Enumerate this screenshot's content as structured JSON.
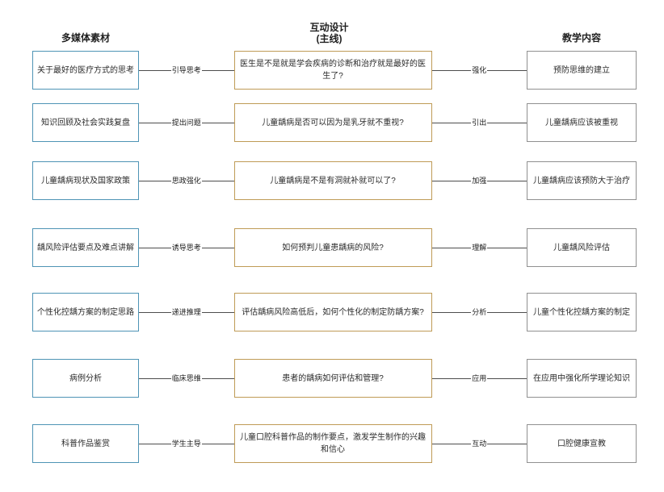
{
  "diagram": {
    "colors": {
      "left_box_border": "#4e94b5",
      "middle_box_border": "#bf9b56",
      "right_box_border": "#909090",
      "connector_line": "#4d4d4d"
    },
    "headers": {
      "left": "多媒体素材",
      "middle_line1": "互动设计",
      "middle_line2": "(主线)",
      "right": "教学内容"
    },
    "rows": [
      {
        "left": "关于最好的医疗方式的思考",
        "link1": "引导思考",
        "middle": "医生是不是就是学会疾病的诊断和治疗就是最好的医生了?",
        "link2": "强化",
        "right": "预防思维的建立"
      },
      {
        "left": "知识回顾及社会实践复盘",
        "link1": "提出问题",
        "middle": "儿童龋病是否可以因为是乳牙就不重视?",
        "link2": "引出",
        "right": "儿童龋病应该被重视"
      },
      {
        "left": "儿童龋病现状及国家政策",
        "link1": "思政强化",
        "middle": "儿童龋病是不是有洞就补就可以了?",
        "link2": "加强",
        "right": "儿童龋病应该预防大于治疗"
      },
      {
        "left": "龋风险评估要点及难点讲解",
        "link1": "诱导思考",
        "middle": "如何预判儿童患龋病的风险?",
        "link2": "理解",
        "right": "儿童龋风险评估"
      },
      {
        "left": "个性化控龋方案的制定思路",
        "link1": "递进推理",
        "middle": "评估龋病风险高低后，如何个性化的制定防龋方案?",
        "link2": "分析",
        "right": "儿童个性化控龋方案的制定"
      },
      {
        "left": "病例分析",
        "link1": "临床思维",
        "middle": "患者的龋病如何评估和管理?",
        "link2": "应用",
        "right": "在应用中强化所学理论知识"
      },
      {
        "left": "科普作品鉴赏",
        "link1": "学生主导",
        "middle": "儿童口腔科普作品的制作要点，激发学生制作的兴趣和信心",
        "link2": "互动",
        "right": "口腔健康宣教"
      }
    ]
  }
}
